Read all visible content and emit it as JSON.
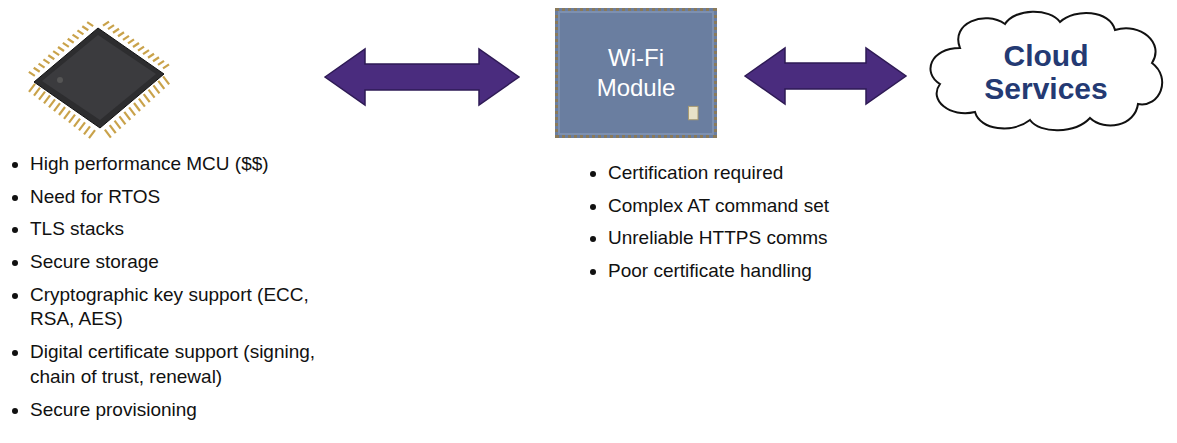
{
  "diagram": {
    "nodes": [
      {
        "text": [
          "High performance MCU ($$)",
          "Need for RTOS",
          "TLS stacks",
          "Secure storage",
          "Cryptographic key support (ECC, RSA, AES)",
          "Digital certificate support (signing, chain of trust, renewal)",
          "Secure provisioning"
        ]
      },
      {
        "text": [
          "Wi-Fi Module",
          "Certification required",
          "Complex AT command set",
          "Unreliable HTTPS comms",
          "Poor certificate handling"
        ]
      },
      {
        "text": [
          "Cloud Services"
        ]
      }
    ],
    "edges": [
      {
        "from": 0,
        "to": 1,
        "arrow": "both"
      },
      {
        "from": 1,
        "to": 2,
        "arrow": "both"
      }
    ]
  }
}
